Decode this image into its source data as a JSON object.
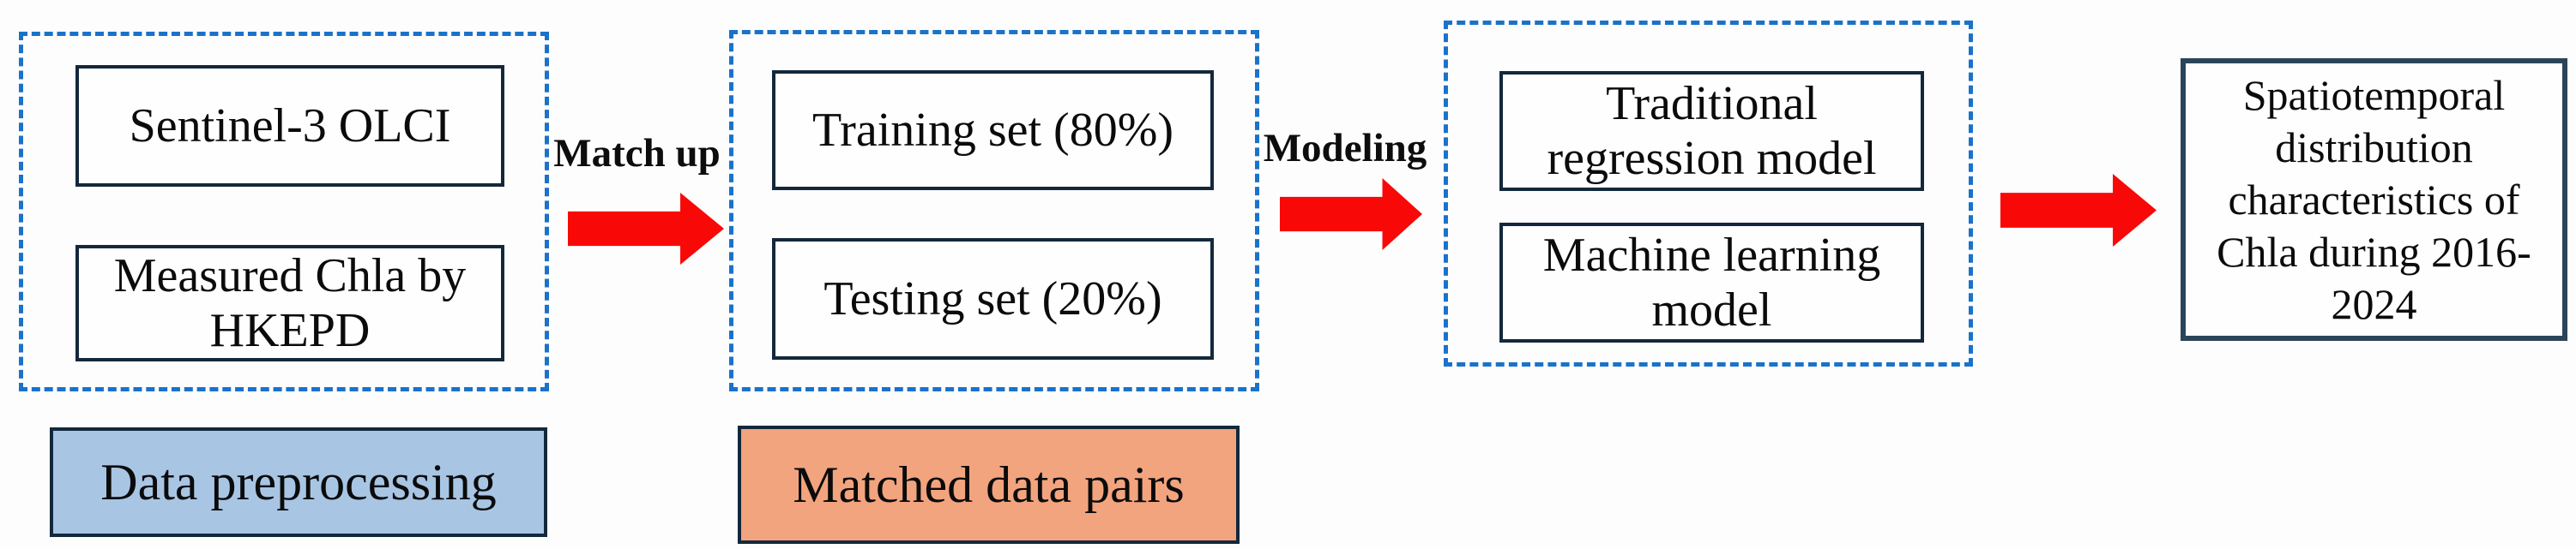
{
  "figure": {
    "stage1": {
      "box1": "Sentinel-3 OLCI",
      "box2": "Measured Chla by\nHKEPD",
      "label": "Data preprocessing"
    },
    "arrow1_label": "Match up",
    "stage2": {
      "box1": "Training set (80%)",
      "box2": "Testing set (20%)",
      "label": "Matched data pairs"
    },
    "arrow2_label": "Modeling",
    "stage3": {
      "box1": "Traditional\nregression model",
      "box2": "Machine learning\nmodel"
    },
    "output_box": "Spatiotemporal\ndistribution\ncharacteristics of\nChla during 2016-\n2024",
    "colors": {
      "dashed_border_blue": "#1a72c9",
      "solid_box_border": "#13283c",
      "output_box_border": "#2b4458",
      "arrow_red": "#f90808",
      "preprocessing_fill": "#a8c5e4",
      "matched_pairs_fill": "#f2a47e"
    }
  }
}
